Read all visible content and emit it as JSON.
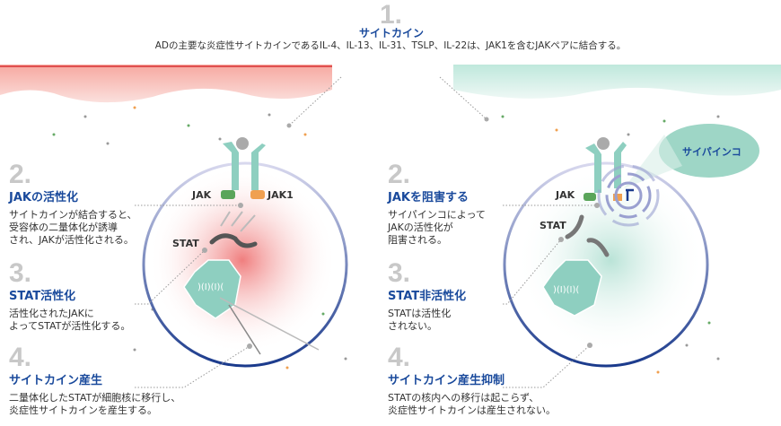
{
  "header": {
    "number": "1.",
    "title": "サイトカイン",
    "subtitle": "ADの主要な炎症性サイトカインであるIL-4、IL-13、IL-31、TSLP、IL-22は、JAK1を含むJAKペアに結合する。"
  },
  "left": {
    "steps": [
      {
        "number": "2.",
        "title": "JAKの活性化",
        "lines": [
          "サイトカインが結合すると、",
          "受容体の二量体化が誘導",
          "され、JAKが活性化される。"
        ]
      },
      {
        "number": "3.",
        "title": "STAT活性化",
        "lines": [
          "活性化されたJAKに",
          "よってSTATが活性化する。"
        ]
      },
      {
        "number": "4.",
        "title": "サイトカイン産生",
        "lines": [
          "二量体化したSTATが細胞核に移行し、",
          "炎症性サイトカインを産生する。"
        ]
      }
    ],
    "labels": {
      "jak": "JAK",
      "jak1": "JAK1",
      "stat": "STAT"
    }
  },
  "right": {
    "steps": [
      {
        "number": "2.",
        "title": "JAKを阻害する",
        "lines": [
          "サイパインコによって",
          "JAKの活性化が",
          "阻害される。"
        ]
      },
      {
        "number": "3.",
        "title": "STAT非活性化",
        "lines": [
          "STATは活性化",
          "されない。"
        ]
      },
      {
        "number": "4.",
        "title": "サイトカイン産生抑制",
        "lines": [
          "STATの核内への移行は起こらず、",
          "炎症性サイトカインは産生されない。"
        ]
      }
    ],
    "labels": {
      "jak": "JAK",
      "stat": "STAT",
      "drug": "サイパインコ"
    }
  },
  "colors": {
    "title": "#1a4a9c",
    "cell_border": "#1a3a8c",
    "receptor": "#8ecfc0",
    "inflamed": "#f08080",
    "jak_green": "#5aa55a",
    "jak1_orange": "#f0a050"
  }
}
